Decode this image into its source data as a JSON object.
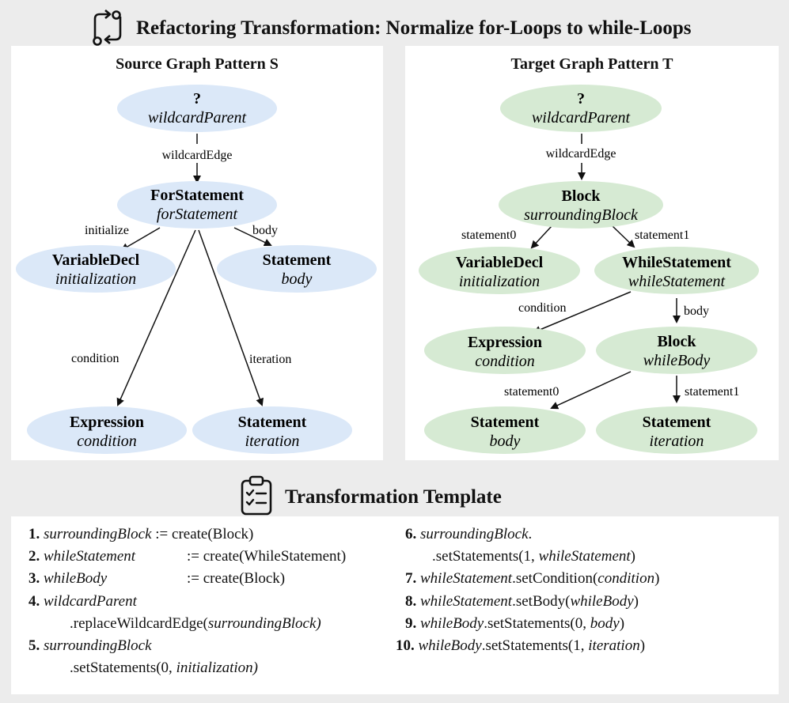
{
  "title": "Refactoring Transformation: Normalize for-Loops to while-Loops",
  "source": {
    "title": "Source Graph Pattern S",
    "nodes": {
      "wildcard": {
        "type": "?",
        "name": "wildcardParent"
      },
      "for": {
        "type": "ForStatement",
        "name": "forStatement"
      },
      "init": {
        "type": "VariableDecl",
        "name": "initialization"
      },
      "body": {
        "type": "Statement",
        "name": "body"
      },
      "cond": {
        "type": "Expression",
        "name": "condition"
      },
      "iter": {
        "type": "Statement",
        "name": "iteration"
      }
    },
    "edges": {
      "wildcard": "wildcardEdge",
      "init": "initialize",
      "body": "body",
      "cond": "condition",
      "iter": "iteration"
    }
  },
  "target": {
    "title": "Target Graph Pattern T",
    "nodes": {
      "wildcard": {
        "type": "?",
        "name": "wildcardParent"
      },
      "block": {
        "type": "Block",
        "name": "surroundingBlock"
      },
      "init": {
        "type": "VariableDecl",
        "name": "initialization"
      },
      "while": {
        "type": "WhileStatement",
        "name": "whileStatement"
      },
      "cond": {
        "type": "Expression",
        "name": "condition"
      },
      "wbody": {
        "type": "Block",
        "name": "whileBody"
      },
      "body": {
        "type": "Statement",
        "name": "body"
      },
      "iter": {
        "type": "Statement",
        "name": "iteration"
      }
    },
    "edges": {
      "wildcard": "wildcardEdge",
      "s0": "statement0",
      "s1": "statement1",
      "cond": "condition",
      "body": "body",
      "ws0": "statement0",
      "ws1": "statement1"
    }
  },
  "template": {
    "title": "Transformation Template",
    "steps": {
      "s1": {
        "num": "1.",
        "obj": "surroundingBlock",
        "op": ":= create(Block)"
      },
      "s2": {
        "num": "2.",
        "obj": "whileStatement",
        "op": ":= create(WhileStatement)"
      },
      "s3": {
        "num": "3.",
        "obj": "whileBody",
        "op": ":= create(Block)"
      },
      "s4": {
        "num": "4.",
        "obj": "wildcardParent",
        "call": ".replaceWildcardEdge(",
        "arg": "surroundingBlock)"
      },
      "s5": {
        "num": "5.",
        "obj": "surroundingBlock",
        "call": ".setStatements(0, ",
        "arg": "initialization)"
      },
      "s6": {
        "num": "6.",
        "obj": "surroundingBlock",
        "dot": ".",
        "call": ".setStatements(1, ",
        "arg": "whileStatement",
        "close": ")"
      },
      "s7": {
        "num": "7.",
        "obj": "whileStatement",
        "call": ".setCondition(",
        "arg": "condition",
        "close": ")"
      },
      "s8": {
        "num": "8.",
        "obj": "whileStatement",
        "call": ".setBody(",
        "arg": "whileBody",
        "close": ")"
      },
      "s9": {
        "num": "9.",
        "obj": "whileBody",
        "call": ".setStatements(0, ",
        "arg": "body",
        "close": ")"
      },
      "s10": {
        "num": "10.",
        "obj": "whileBody",
        "call": ".setStatements(1, ",
        "arg": "iteration",
        "close": ")"
      }
    }
  },
  "colors": {
    "source_node": "#dbe8f8",
    "target_node": "#d6ead3",
    "background": "#ececec",
    "panel": "#ffffff"
  },
  "icons": {
    "title": "refactor-arrows-icon",
    "template": "clipboard-checklist-icon"
  }
}
